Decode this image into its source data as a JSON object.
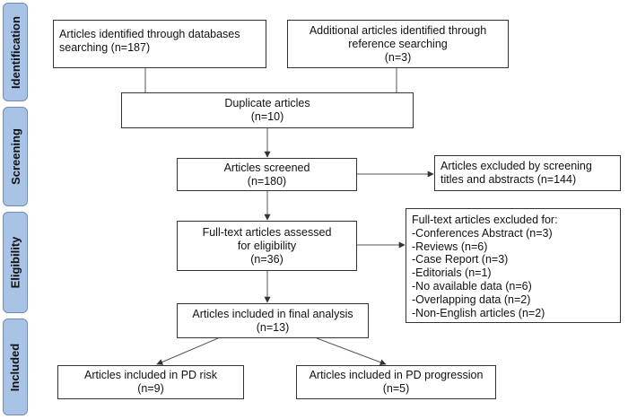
{
  "phases": [
    "Identification",
    "Screening",
    "Eligibility",
    "Included"
  ],
  "boxes": {
    "db_search": [
      "Articles identified through databases",
      "searching (n=187)"
    ],
    "ref_search": [
      "Additional articles identified through",
      "reference searching",
      "(n=3)"
    ],
    "duplicates": [
      "Duplicate articles",
      "(n=10)"
    ],
    "screened": [
      "Articles screened",
      "(n=180)"
    ],
    "excluded_screening": [
      "Articles excluded by screening",
      "titles and abstracts (n=144)"
    ],
    "fulltext": [
      "Full-text articles assessed",
      "for eligibility",
      "(n=36)"
    ],
    "fulltext_excluded": {
      "heading": "Full-text articles excluded for:",
      "items": [
        "-Conferences Abstract (n=3)",
        "-Reviews (n=6)",
        "-Case Report (n=3)",
        "-Editorials (n=1)",
        "-No available data (n=6)",
        "-Overlapping data (n=2)",
        "-Non-English articles (n=2)"
      ]
    },
    "final": [
      "Articles included in final analysis",
      "(n=13)"
    ],
    "pd_risk": [
      "Articles included in PD risk",
      "(n=9)"
    ],
    "pd_progression": [
      "Articles included in PD progression",
      "(n=5)"
    ]
  }
}
